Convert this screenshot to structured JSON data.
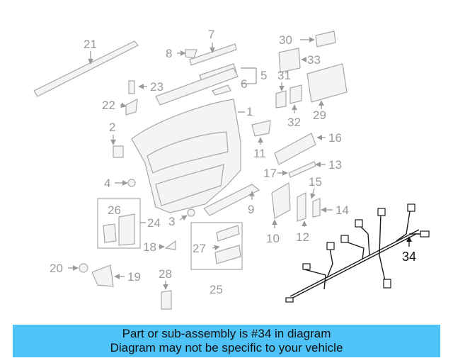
{
  "callouts": [
    "1",
    "2",
    "3",
    "4",
    "5",
    "6",
    "7",
    "8",
    "9",
    "10",
    "11",
    "12",
    "13",
    "14",
    "15",
    "16",
    "17",
    "18",
    "19",
    "20",
    "21",
    "22",
    "23",
    "24",
    "25",
    "26",
    "27",
    "28",
    "29",
    "30",
    "31",
    "32",
    "33"
  ],
  "highlight_callout": "34",
  "banner": {
    "line1": "Part or sub-assembly is #34 in diagram",
    "line2": "Diagram may not be specific to your vehicle",
    "background": "#4fc3f7"
  }
}
